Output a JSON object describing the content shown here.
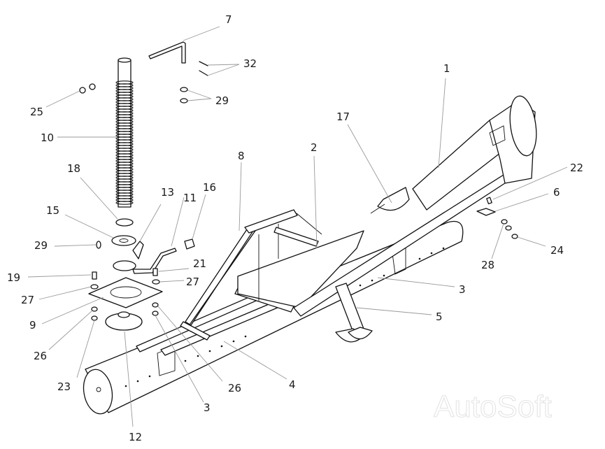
{
  "diagram": {
    "title": "Exploded parts assembly diagram",
    "watermark": "AutoSoft",
    "callouts": [
      {
        "id": "c1",
        "label": "1"
      },
      {
        "id": "c2",
        "label": "2"
      },
      {
        "id": "c3a",
        "label": "3"
      },
      {
        "id": "c3b",
        "label": "3"
      },
      {
        "id": "c4",
        "label": "4"
      },
      {
        "id": "c5",
        "label": "5"
      },
      {
        "id": "c6",
        "label": "6"
      },
      {
        "id": "c7",
        "label": "7"
      },
      {
        "id": "c8",
        "label": "8"
      },
      {
        "id": "c9",
        "label": "9"
      },
      {
        "id": "c10",
        "label": "10"
      },
      {
        "id": "c11",
        "label": "11"
      },
      {
        "id": "c12",
        "label": "12"
      },
      {
        "id": "c13",
        "label": "13"
      },
      {
        "id": "c15",
        "label": "15"
      },
      {
        "id": "c16",
        "label": "16"
      },
      {
        "id": "c17",
        "label": "17"
      },
      {
        "id": "c18",
        "label": "18"
      },
      {
        "id": "c19",
        "label": "19"
      },
      {
        "id": "c21",
        "label": "21"
      },
      {
        "id": "c22",
        "label": "22"
      },
      {
        "id": "c23",
        "label": "23"
      },
      {
        "id": "c24",
        "label": "24"
      },
      {
        "id": "c25",
        "label": "25"
      },
      {
        "id": "c26a",
        "label": "26"
      },
      {
        "id": "c26b",
        "label": "26"
      },
      {
        "id": "c27a",
        "label": "27"
      },
      {
        "id": "c27b",
        "label": "27"
      },
      {
        "id": "c28",
        "label": "28"
      },
      {
        "id": "c29a",
        "label": "29"
      },
      {
        "id": "c29b",
        "label": "29"
      },
      {
        "id": "c32",
        "label": "32"
      }
    ]
  }
}
